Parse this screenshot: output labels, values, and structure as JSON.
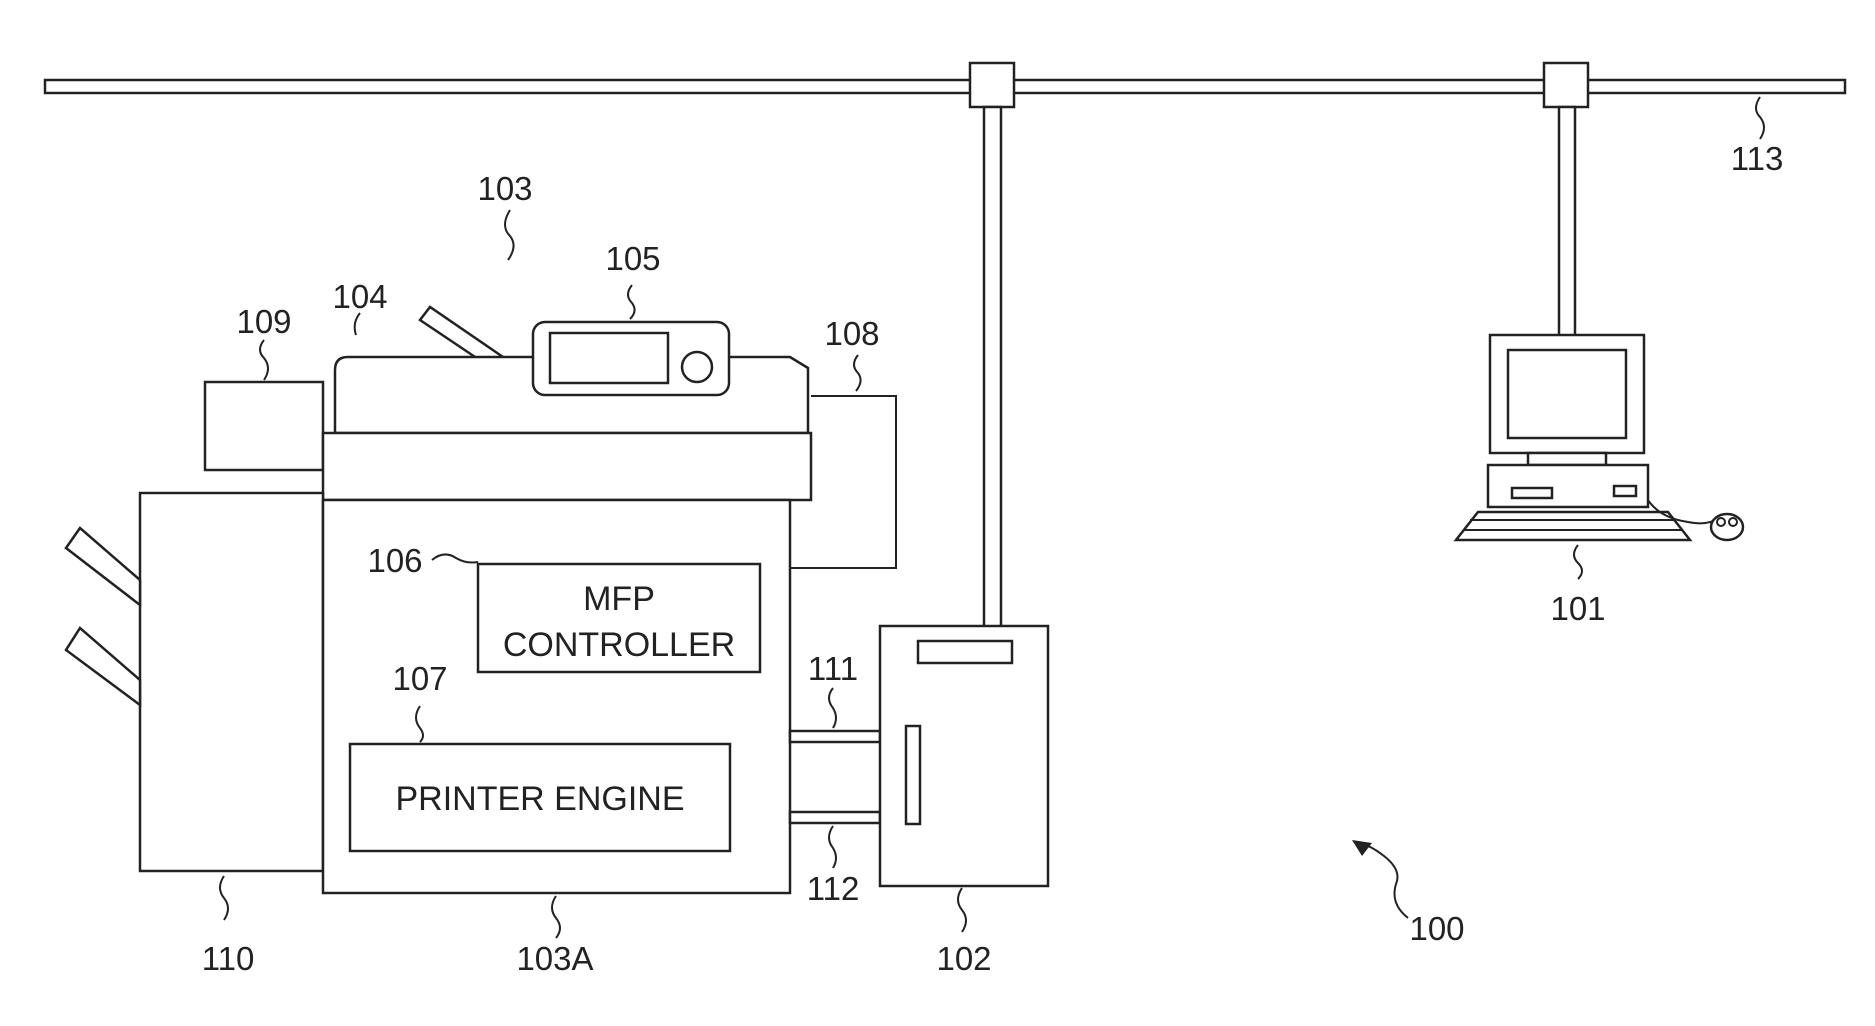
{
  "labels": {
    "network": "113",
    "mfp": "103",
    "reader": "104",
    "panel": "105",
    "controller_ref": "106",
    "engine_ref": "107",
    "unit108": "108",
    "unit109": "109",
    "finisher": "110",
    "line111": "111",
    "line112": "112",
    "mfp_body": "103A",
    "server": "102",
    "pc": "101",
    "system": "100"
  },
  "boxes": {
    "controller_line1": "MFP",
    "controller_line2": "CONTROLLER",
    "engine": "PRINTER ENGINE"
  }
}
